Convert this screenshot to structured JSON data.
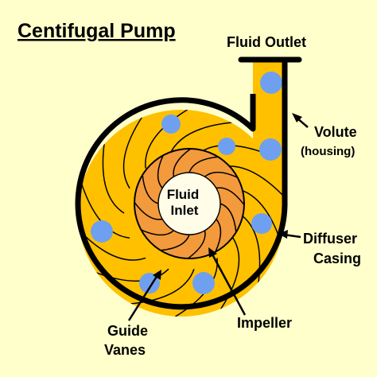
{
  "title": "Centifugal Pump",
  "labels": {
    "fluid_outlet": "Fluid Outlet",
    "volute": "Volute",
    "volute_sub": "(housing)",
    "diffuser_line1": "Diffuser",
    "diffuser_line2": "Casing",
    "impeller": "Impeller",
    "guide_line1": "Guide",
    "guide_line2": "Vanes",
    "inlet_line1": "Fluid",
    "inlet_line2": "Inlet"
  },
  "colors": {
    "background": "#ffffcc",
    "casing_fill": "#ffc000",
    "impeller_fill": "#f39a3c",
    "fluid_bubbles": "#6fa0f0",
    "inlet_eye": "#fffde8",
    "outline": "#000000"
  }
}
